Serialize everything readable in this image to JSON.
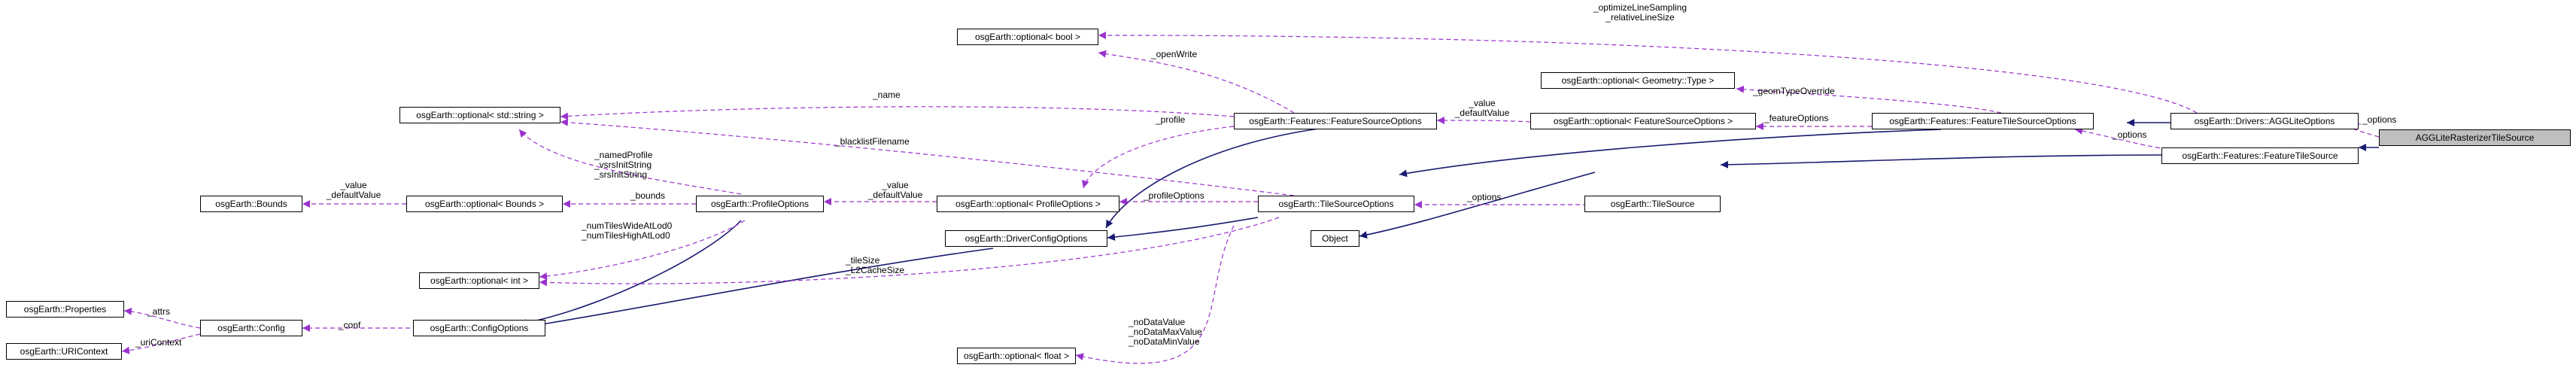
{
  "nodes": {
    "agglite_rasterizer": "AGGLiteRasterizerTileSource",
    "agglite_options": "osgEarth::Drivers::AGGLiteOptions",
    "feature_tile_source": "osgEarth::Features::FeatureTileSource",
    "feature_tile_source_options": "osgEarth::Features::FeatureTileSourceOptions",
    "optional_geometry_type": "osgEarth::optional< Geometry::Type >",
    "optional_feature_source_options": "osgEarth::optional< FeatureSourceOptions >",
    "feature_source_options": "osgEarth::Features::FeatureSourceOptions",
    "optional_bool": "osgEarth::optional< bool >",
    "tile_source": "osgEarth::TileSource",
    "object": "Object",
    "tile_source_options": "osgEarth::TileSourceOptions",
    "driver_config_options": "osgEarth::DriverConfigOptions",
    "optional_profile_options": "osgEarth::optional< ProfileOptions >",
    "profile_options": "osgEarth::ProfileOptions",
    "optional_bounds": "osgEarth::optional< Bounds >",
    "bounds": "osgEarth::Bounds",
    "optional_string": "osgEarth::optional< std::string >",
    "optional_int": "osgEarth::optional< int >",
    "config_options": "osgEarth::ConfigOptions",
    "config": "osgEarth::Config",
    "properties": "osgEarth::Properties",
    "uri_context": "osgEarth::URIContext",
    "optional_float": "osgEarth::optional< float >"
  },
  "edge_labels": {
    "options_agglite": "_options",
    "optimize_line_sampling": "_optimizeLineSampling\n_relativeLineSize",
    "options_fts": "_options",
    "geom_type_override": "_geomTypeOverride",
    "feature_options": "_featureOptions",
    "value_default_fso": "_value\n_defaultValue",
    "open_write": "_openWrite",
    "name": "_name",
    "profile": "_profile",
    "blacklist_filename": "_blacklistFilename",
    "options_ts": "_options",
    "profile_options": "_profileOptions",
    "value_default_po": "_value\n_defaultValue",
    "named_profile": "_namedProfile\n_vsrsInitString\n_srsInitString",
    "bounds": "_bounds",
    "value_default_bounds": "_value\n_defaultValue",
    "num_tiles": "_numTilesWideAtLod0\n_numTilesHighAtLod0",
    "tile_size": "_tileSize\n_L2CacheSize",
    "no_data": "_noDataValue\n_noDataMaxValue\n_noDataMinValue",
    "conf": "_conf",
    "attrs": "_attrs",
    "uri_context": "_uriContext"
  },
  "colors": {
    "inheritance": "#191970",
    "usage": "#9a32cd",
    "highlight_fill": "#bfbfbf"
  }
}
